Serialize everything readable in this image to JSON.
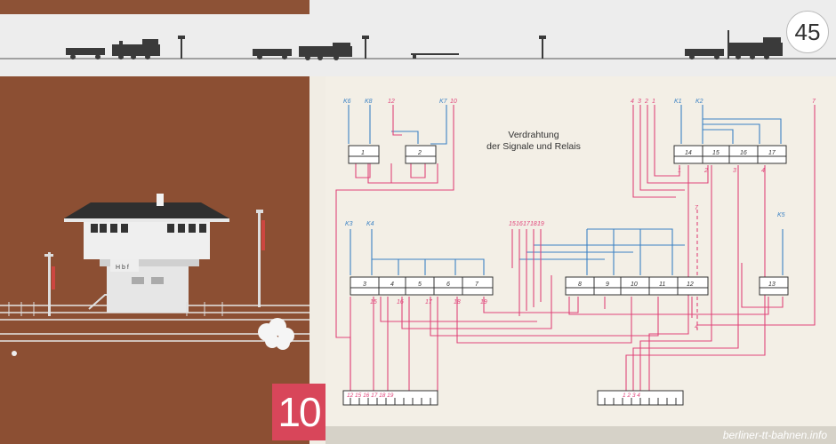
{
  "page": {
    "page_number": "45",
    "chapter_number": "10",
    "credit": "berliner-tt-bahnen.info"
  },
  "diagram": {
    "title_line1": "Verdrahtung",
    "title_line2": "der Signale und Relais",
    "top_labels_left": [
      "K6",
      "K8",
      "12",
      "K7",
      "10"
    ],
    "top_labels_right": [
      "4",
      "3",
      "2",
      "1",
      "K1",
      "K2",
      "7"
    ],
    "mid_labels_left": [
      "K3",
      "K4"
    ],
    "mid_labels_center": [
      "15",
      "16",
      "17",
      "18",
      "19"
    ],
    "mid_label_right": "K5",
    "relay_upper": [
      "1",
      "2"
    ],
    "relay_upper_right": [
      "14",
      "15",
      "16",
      "17"
    ],
    "relay_lower_left": [
      "3",
      "4",
      "5",
      "6",
      "7"
    ],
    "relay_lower_right": [
      "8",
      "9",
      "10",
      "11",
      "12"
    ],
    "relay_single": "13",
    "under_upper_right": [
      "1",
      "2",
      "3",
      "4"
    ],
    "under_lower_left": [
      "15",
      "16",
      "17",
      "18",
      "19"
    ],
    "terminal_left_label": "12 15 16 17 18 19",
    "terminal_right_label": "1 2 3 4",
    "building_sign": "H b f",
    "marker_7": "7",
    "marker_4": "4"
  },
  "colors": {
    "brown": "#8c4f33",
    "wire_red": "#e0457a",
    "wire_blue": "#3b82c4",
    "chapter_red": "#d8465a"
  }
}
